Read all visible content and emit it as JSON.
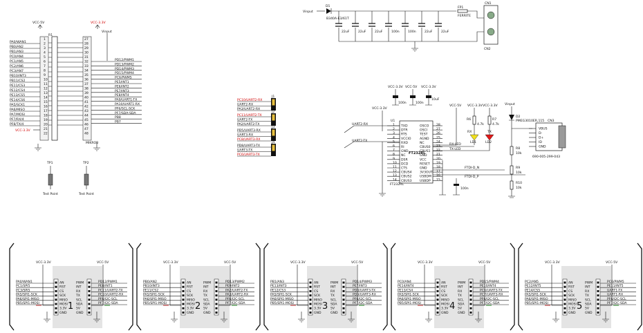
{
  "header_left": {
    "vcc5v": "VCC-5V",
    "vcc33": "VCC-3.3V",
    "vcc33_red": "VCC-3.3V",
    "vinput": "Vinput",
    "r1": "R1",
    "mikrob": "MIKROB",
    "left_labels": [
      "PA0/WAN1",
      "PB0/AN2",
      "PB1/AN3",
      "PC0/AN4",
      "PC1/AN5",
      "PC2/AN6",
      "PC3/AN7",
      "PB10/INT3",
      "PB11/CS2",
      "PE11/CS3",
      "PE12/CS4",
      "PE13/CS5",
      "PE14/CS6",
      "PA5/SCK1",
      "PA6/MISO",
      "PA7/MOSI",
      "PF7/RX/4",
      "PF8/TX/4"
    ],
    "right_labels": [
      "PD12/PWM1",
      "PD13/PWM2",
      "PD14/PWM3",
      "PD15/PWM4",
      "PC6/PWM5",
      "PE5/INT1",
      "PE6/INT2",
      "PE7/INT3",
      "PE8/INT4",
      "PA9/UART1-TX",
      "PA10/UART1-RX",
      "PF6/SCL-SCK",
      "PF7/SDA-SDA",
      "PB8",
      "PB7"
    ]
  },
  "test_points": [
    {
      "ref": "TP1",
      "label": "Test Point"
    },
    {
      "ref": "TP2",
      "label": "Test Point"
    }
  ],
  "power": {
    "vinput": "Vinput",
    "d1": "D1",
    "diode": "B340A-E3/61T",
    "fp1": "FP1",
    "ferrite": "FERRITE",
    "cn1": "CN1",
    "cn2": "CN2",
    "caps": [
      "22uF",
      "22uF",
      "22uF",
      "100n",
      "100n",
      "22uF",
      "22uF"
    ]
  },
  "uart_jumpers": {
    "labels": [
      {
        "text": "PC10/UART2-RX",
        "red": true
      },
      {
        "text": "UART2-RX",
        "red": false
      },
      {
        "text": "PA3/UART2-RX",
        "red": false
      },
      {
        "text": "PC11/UART2-TX",
        "red": true
      },
      {
        "text": "UART2-TX",
        "red": false
      },
      {
        "text": "PA2/UART2-TX",
        "red": false
      },
      {
        "text": "PD5/UART3-RX",
        "red": false
      },
      {
        "text": "UART3-RX",
        "red": false
      },
      {
        "text": "PC8/UART3-RX",
        "red": true
      },
      {
        "text": "PD8/UART3-TX",
        "red": false
      },
      {
        "text": "UART3-TX",
        "red": false
      },
      {
        "text": "PC6/UART3-TX",
        "red": true
      }
    ],
    "refs": [
      "J1",
      "J2",
      "J3",
      "J4"
    ]
  },
  "ft232": {
    "chip": "FT232RL",
    "u1": "U1",
    "vcc33": "VCC-3.3V",
    "vcc5": "VCC-5V",
    "uart2_rx": "UART2-RX",
    "uart2_tx": "UART2-TX",
    "caps": [
      "100n",
      "100n",
      "10uF",
      "100n"
    ],
    "left_pins": [
      "TXD",
      "DTR",
      "RTS",
      "VCCIO",
      "RXD",
      "RI",
      "GND",
      "NC",
      "DSR",
      "DCD",
      "CTS",
      "CBUS4",
      "CBUS2",
      "CBUS3"
    ],
    "right_pins": [
      "OSCO",
      "OSCI",
      "TEST",
      "AGND",
      "NC",
      "CBUS0",
      "CBUS1",
      "GND",
      "VCC",
      "RESET",
      "GND",
      "3V3OUT",
      "USBDM",
      "USBDP"
    ],
    "right_pin_nums": [
      "28",
      "27",
      "26",
      "25",
      "24",
      "23",
      "22",
      "21",
      "20",
      "19",
      "18",
      "17",
      "16",
      "15"
    ],
    "left_pin_nums": [
      "1",
      "2",
      "3",
      "4",
      "5",
      "6",
      "7",
      "8",
      "9",
      "10",
      "11",
      "12",
      "13",
      "14"
    ],
    "rx_led": "RX-LED",
    "tx_led": "TX-LED",
    "ftdi_n": "FTDI-D_N",
    "ftdi_p": "FTDI-D_P",
    "r6": "R6",
    "r7": "R7",
    "r_val": "4.7k",
    "rx": "RX",
    "tx": "TX",
    "ld1": "LD1",
    "ld2": "LD2"
  },
  "usb": {
    "vinput": "Vinput",
    "d2": "D2",
    "diode": "PMEG3010ER,115",
    "cn3": "CN3",
    "pins": [
      "VBUS",
      "D-",
      "D+",
      "ID",
      "GND"
    ],
    "part": "690-005-299-043",
    "r8": "R8",
    "r9": "R9",
    "r10": "R10",
    "r_val": "10k"
  },
  "mikrobus_sockets": [
    {
      "num": "1",
      "vcc33": "VCC-3.3V",
      "vcc5": "VCC-5V",
      "left_nets": [
        "PA0/WAN1",
        "PC1/SPI5",
        "PC3/SPI5",
        "PA5/SPI1-SCK",
        "PA6/SPI1-MISO",
        "PB5/SPI1-MOSI"
      ],
      "right_nets": [
        "PD12/PWM1",
        "PE8/INT1",
        "PC11/UART2-TX",
        "PC10/UART2-RX",
        "PF6/I2C-SCL",
        "PF7/I2C-SDA"
      ]
    },
    {
      "num": "2",
      "vcc33": "VCC-3.3V",
      "vcc5": "VCC-5V",
      "left_nets": [
        "PB0/AN2",
        "PB10/INT3",
        "PE11/CS2",
        "PA5/SPI1-SCK",
        "PA6/SPI1-MISO",
        "PB5/SPI1-MOSI"
      ],
      "right_nets": [
        "PD13/PWM2",
        "PE9/INT2",
        "PA2/UART2-TX",
        "PA3/UART2-RX",
        "PF6/I2C-SCL",
        "PF7/I2C-SDA"
      ]
    },
    {
      "num": "3",
      "vcc33": "VCC-3.3V",
      "vcc5": "VCC-5V",
      "left_nets": [
        "PB1/AN3",
        "PE13/INT3",
        "PE12/CS3",
        "PA5/SPI1-SCK",
        "PA6/SPI1-MISO",
        "PB5/SPI1-MOSI"
      ],
      "right_nets": [
        "PD14/PWM3",
        "PE7/INT3",
        "PD8/UART3-TX",
        "PD9/UART3-RX",
        "PF6/I2C-SCL",
        "PF7/I2C-SDA"
      ]
    },
    {
      "num": "4",
      "vcc33": "VCC-3.3V",
      "vcc5": "VCC-5V",
      "left_nets": [
        "PC0/AN4",
        "PE14/INT4",
        "PE13/CS4",
        "PA5/SPI1-SCK",
        "PA6/SPI1-MISO",
        "PB5/SPI1-MOSI"
      ],
      "right_nets": [
        "PD15/PWM4",
        "PE10/INT4",
        "PC6/UART3-TX",
        "PC7/UART3-RX",
        "PF6/I2C-SCL",
        "PF7/I2C-SDA"
      ]
    },
    {
      "num": "5",
      "vcc33": "VCC-3.3V",
      "vcc5": "VCC-5V",
      "left_nets": [
        "PC2/AN5",
        "PE12/INT5",
        "PE14/CS5",
        "PA5/SPI1-SCK",
        "PA6/SPI1-MISO",
        "PB5/SPI1-MOSI"
      ],
      "right_nets": [
        "PC6/PWM5",
        "PE11/INT5",
        "UART1-TX",
        "UART1-RX",
        "PF6/I2C-SCL",
        "PF7/I2C-SDA"
      ]
    }
  ],
  "socket_left_pins": [
    "AN",
    "RST",
    "CS",
    "SCK",
    "MISO",
    "MOSI",
    "3.3V",
    "GND"
  ],
  "socket_right_pins": [
    "PWM",
    "INT",
    "RX",
    "TX",
    "SCL",
    "SDA",
    "5V",
    "GND"
  ]
}
